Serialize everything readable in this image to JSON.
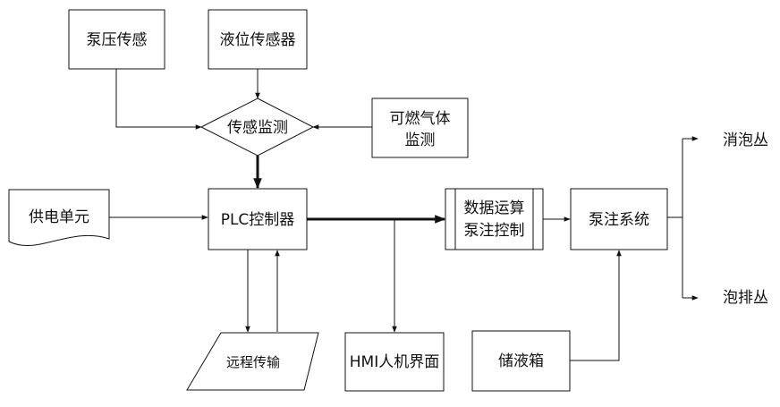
{
  "nodes": {
    "pump_pressure": "泵压传感",
    "level_sensor": "液位传感器",
    "sensor_monitor": "传感监测",
    "gas_detect_line1": "可燃气体",
    "gas_detect_line2": "监测",
    "power_unit": "供电单元",
    "plc": "PLC控制器",
    "compute_line1": "数据运算",
    "compute_line2": "泵注控制",
    "pump_system": "泵注系统",
    "foam_out_1": "消泡丛",
    "foam_out_2": "泡排丛",
    "remote": "远程传输",
    "hmi": "HMI人机界面",
    "tank": "储液箱"
  }
}
